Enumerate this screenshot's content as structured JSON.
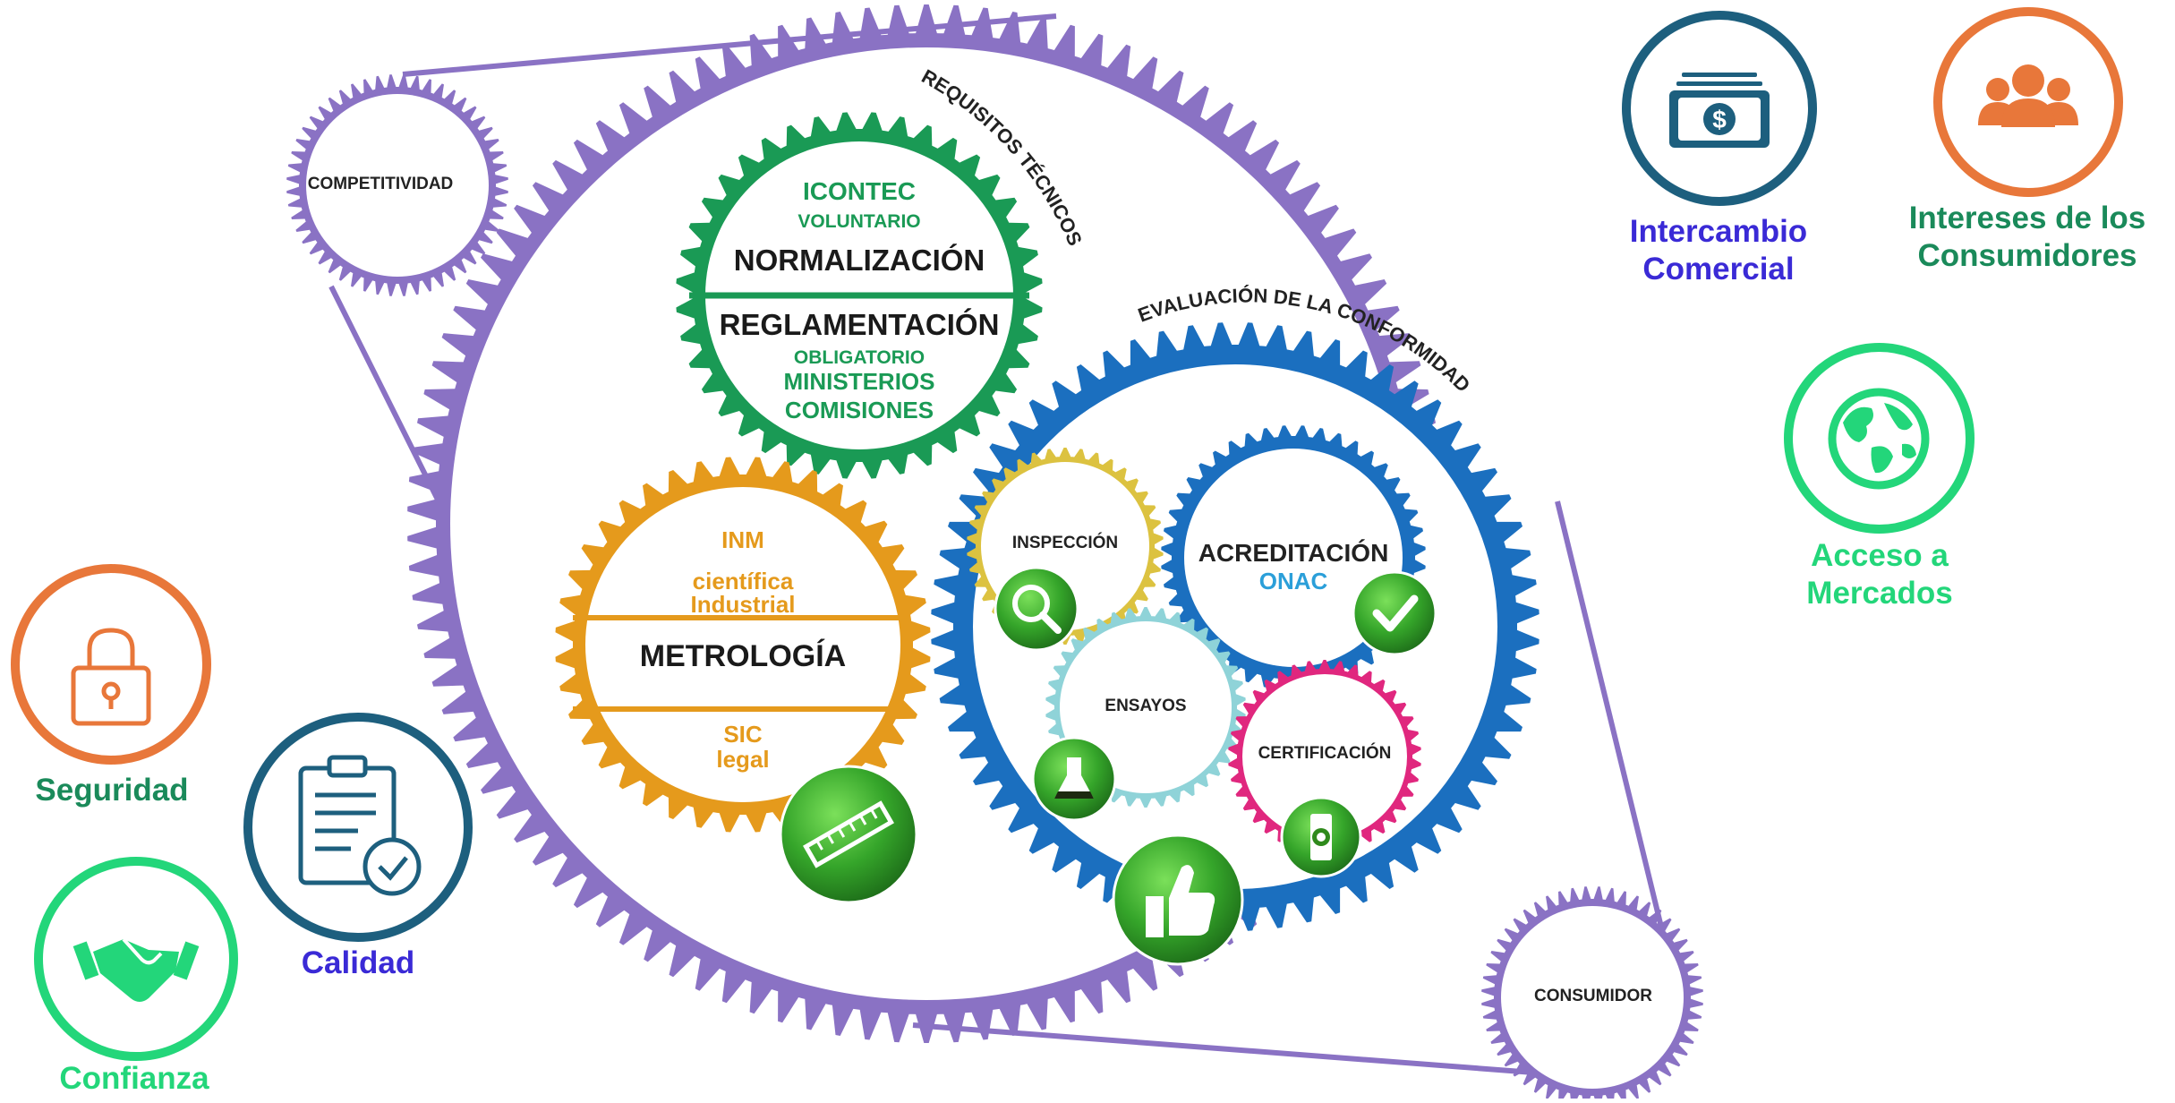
{
  "colors": {
    "purple": "#8a72c4",
    "green": "#1a9a55",
    "orange": "#e59a1c",
    "blue": "#1b6fbf",
    "yellow": "#dcc240",
    "teal": "#8fd3d8",
    "magenta": "#e0277e",
    "dark_blue": "#1d5f7e",
    "bright_green": "#23d67a",
    "icon_orange": "#e8773a",
    "label_indigo": "#3a2ad6",
    "label_green": "#1a8a5a"
  },
  "outer": {
    "competitividad": "COMPETITIVIDAD",
    "consumidor": "CONSUMIDOR",
    "requisitos": "REQUISITOS TÉCNICOS",
    "evaluacion": "EVALUACIÓN DE LA CONFORMIDAD"
  },
  "normalizacion": {
    "org": "ICONTEC",
    "type": "VOLUNTARIO",
    "title": "NORMALIZACIÓN",
    "title2": "REGLAMENTACIÓN",
    "type2": "OBLIGATORIO",
    "line1": "MINISTERIOS",
    "line2": "COMISIONES"
  },
  "metrologia": {
    "org": "INM",
    "line1": "científica",
    "line2": "Industrial",
    "title": "METROLOGÍA",
    "org2": "SIC",
    "line3": "legal"
  },
  "conformidad": {
    "inspeccion": "INSPECCIÓN",
    "acreditacion": "ACREDITACIÓN",
    "onac": "ONAC",
    "ensayos": "ENSAYOS",
    "certificacion": "CERTIFICACIÓN"
  },
  "benefits": {
    "intercambio_1": "Intercambio",
    "intercambio_2": "Comercial",
    "intereses_1": "Intereses de los",
    "intereses_2": "Consumidores",
    "acceso_1": "Acceso a",
    "acceso_2": "Mercados",
    "seguridad": "Seguridad",
    "calidad": "Calidad",
    "confianza": "Confianza"
  },
  "icons": [
    "dollar-bill-icon",
    "people-icon",
    "globe-icon",
    "lock-icon",
    "clipboard-check-icon",
    "handshake-icon",
    "magnifier-icon",
    "check-icon",
    "flask-icon",
    "thumbs-up-icon",
    "certificate-icon",
    "ruler-icon"
  ]
}
